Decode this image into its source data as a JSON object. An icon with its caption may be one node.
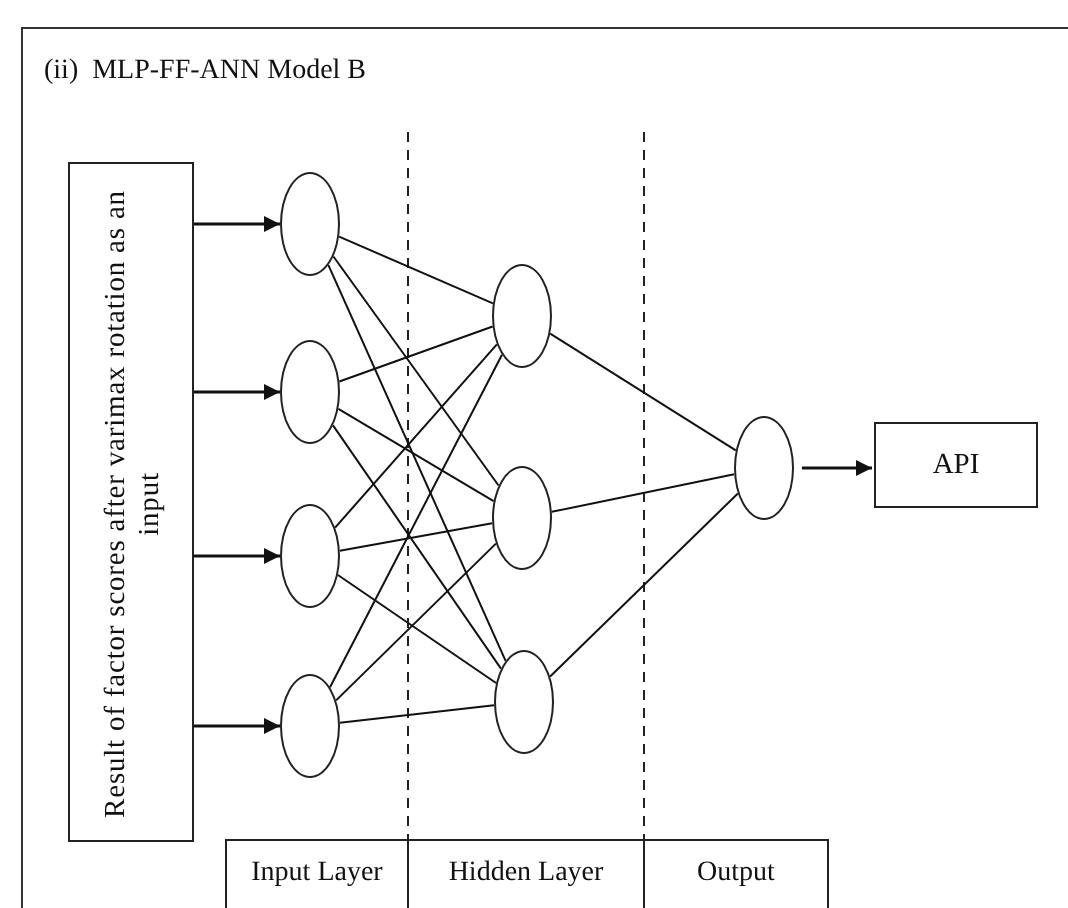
{
  "diagram": {
    "title": "(ii)  MLP-FF-ANN Model B",
    "nodes": [
      {
        "text": [
          "Result of factor scores after varimax rotation as an input"
        ]
      },
      {
        "text": [],
        "shape": "circle"
      },
      {
        "text": [],
        "shape": "circle"
      },
      {
        "text": [],
        "shape": "circle"
      },
      {
        "text": [],
        "shape": "circle"
      },
      {
        "text": [],
        "shape": "circle"
      },
      {
        "text": [],
        "shape": "circle"
      },
      {
        "text": [],
        "shape": "circle"
      },
      {
        "text": [],
        "shape": "circle"
      },
      {
        "text": [
          "API"
        ]
      }
    ],
    "edges": [
      {
        "from": 0,
        "to": 1,
        "arrow": "to"
      },
      {
        "from": 0,
        "to": 2,
        "arrow": "to"
      },
      {
        "from": 0,
        "to": 3,
        "arrow": "to"
      },
      {
        "from": 0,
        "to": 4,
        "arrow": "to"
      },
      {
        "from": 1,
        "to": 5,
        "arrow": "none"
      },
      {
        "from": 1,
        "to": 6,
        "arrow": "none"
      },
      {
        "from": 1,
        "to": 7,
        "arrow": "none"
      },
      {
        "from": 2,
        "to": 5,
        "arrow": "none"
      },
      {
        "from": 2,
        "to": 6,
        "arrow": "none"
      },
      {
        "from": 2,
        "to": 7,
        "arrow": "none"
      },
      {
        "from": 3,
        "to": 5,
        "arrow": "none"
      },
      {
        "from": 3,
        "to": 6,
        "arrow": "none"
      },
      {
        "from": 3,
        "to": 7,
        "arrow": "none"
      },
      {
        "from": 4,
        "to": 5,
        "arrow": "none"
      },
      {
        "from": 4,
        "to": 6,
        "arrow": "none"
      },
      {
        "from": 4,
        "to": 7,
        "arrow": "none"
      },
      {
        "from": 5,
        "to": 8,
        "arrow": "none"
      },
      {
        "from": 6,
        "to": 8,
        "arrow": "none"
      },
      {
        "from": 7,
        "to": 8,
        "arrow": "none"
      },
      {
        "from": 8,
        "to": 9,
        "arrow": "to"
      }
    ],
    "labels": [
      "Input Layer",
      "Hidden Layer",
      "Output"
    ]
  }
}
